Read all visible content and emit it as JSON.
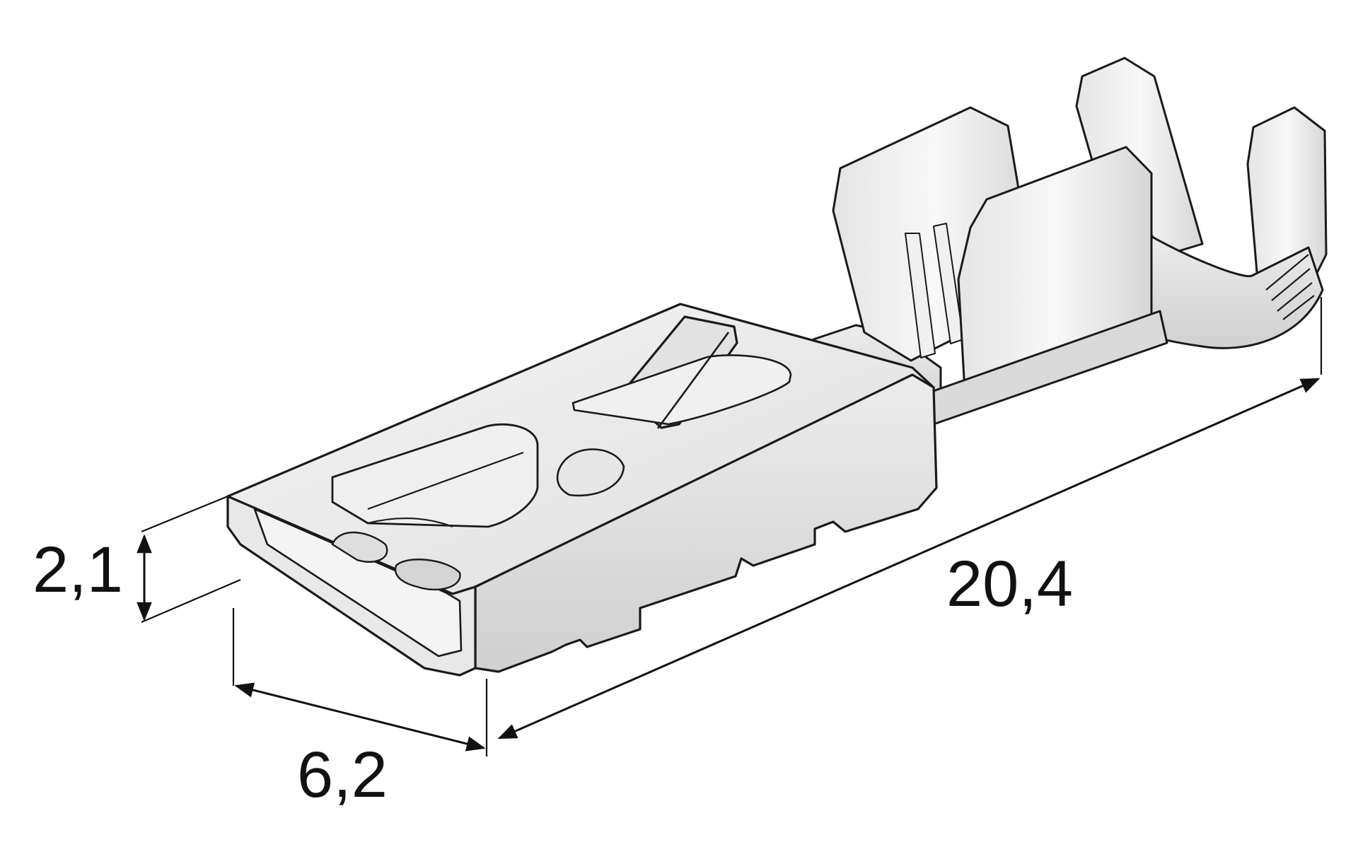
{
  "dimensions": {
    "height": "2,1",
    "width": "6,2",
    "length": "20,4"
  },
  "colors": {
    "outline": "#1a1a1a",
    "fill_light": "#f3f3f3",
    "fill_mid": "#e2e2e2",
    "fill_dark": "#cfcfcf",
    "dimension_line": "#111111"
  }
}
